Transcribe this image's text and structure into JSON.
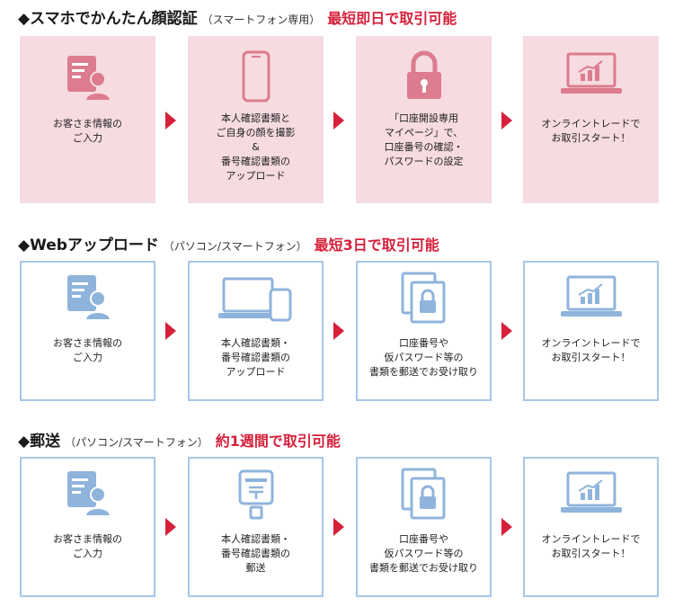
{
  "colors": {
    "accent": "#d6203b",
    "pink_card": "#f6dbe1",
    "blue_border": "#a8c7e6",
    "icon_pink": "#dc7c8e",
    "icon_blue": "#8fb4dc"
  },
  "sections": [
    {
      "title": "◆スマホでかんたん顔認証",
      "subtitle": "（スマートフォン専用）",
      "accent": "最短即日で取引可能",
      "steps": [
        {
          "icon": "user-form-icon",
          "text": "お客さま情報の\nご入力"
        },
        {
          "icon": "smartphone-icon",
          "text": "本人確認書類と\nご自身の顔を撮影\n&\n番号確認書類の\nアップロード"
        },
        {
          "icon": "lock-icon",
          "text": "「口座開設専用\nマイページ」で、\n口座番号の確認・\nパスワードの設定"
        },
        {
          "icon": "laptop-chart-icon",
          "text": "オンライントレードで\nお取引スタート！"
        }
      ]
    },
    {
      "title": "◆Webアップロード",
      "subtitle": "（パソコン/スマートフォン）",
      "accent": "最短3日で取引可能",
      "steps": [
        {
          "icon": "user-form-icon",
          "text": "お客さま情報の\nご入力"
        },
        {
          "icon": "devices-icon",
          "text": "本人確認書類・\n番号確認書類の\nアップロード"
        },
        {
          "icon": "locked-document-icon",
          "text": "口座番号や\n仮パスワード等の\n書類を郵送でお受け取り"
        },
        {
          "icon": "laptop-chart-icon",
          "text": "オンライントレードで\nお取引スタート！"
        }
      ]
    },
    {
      "title": "◆郵送",
      "subtitle": "（パソコン/スマートフォン）",
      "accent": "約1週間で取引可能",
      "steps": [
        {
          "icon": "user-form-icon",
          "text": "お客さま情報の\nご入力"
        },
        {
          "icon": "mailbox-icon",
          "text": "本人確認書類・\n番号確認書類の\n郵送"
        },
        {
          "icon": "locked-document-icon",
          "text": "口座番号や\n仮パスワード等の\n書類を郵送でお受け取り"
        },
        {
          "icon": "laptop-chart-icon",
          "text": "オンライントレードで\nお取引スタート！"
        }
      ]
    }
  ]
}
